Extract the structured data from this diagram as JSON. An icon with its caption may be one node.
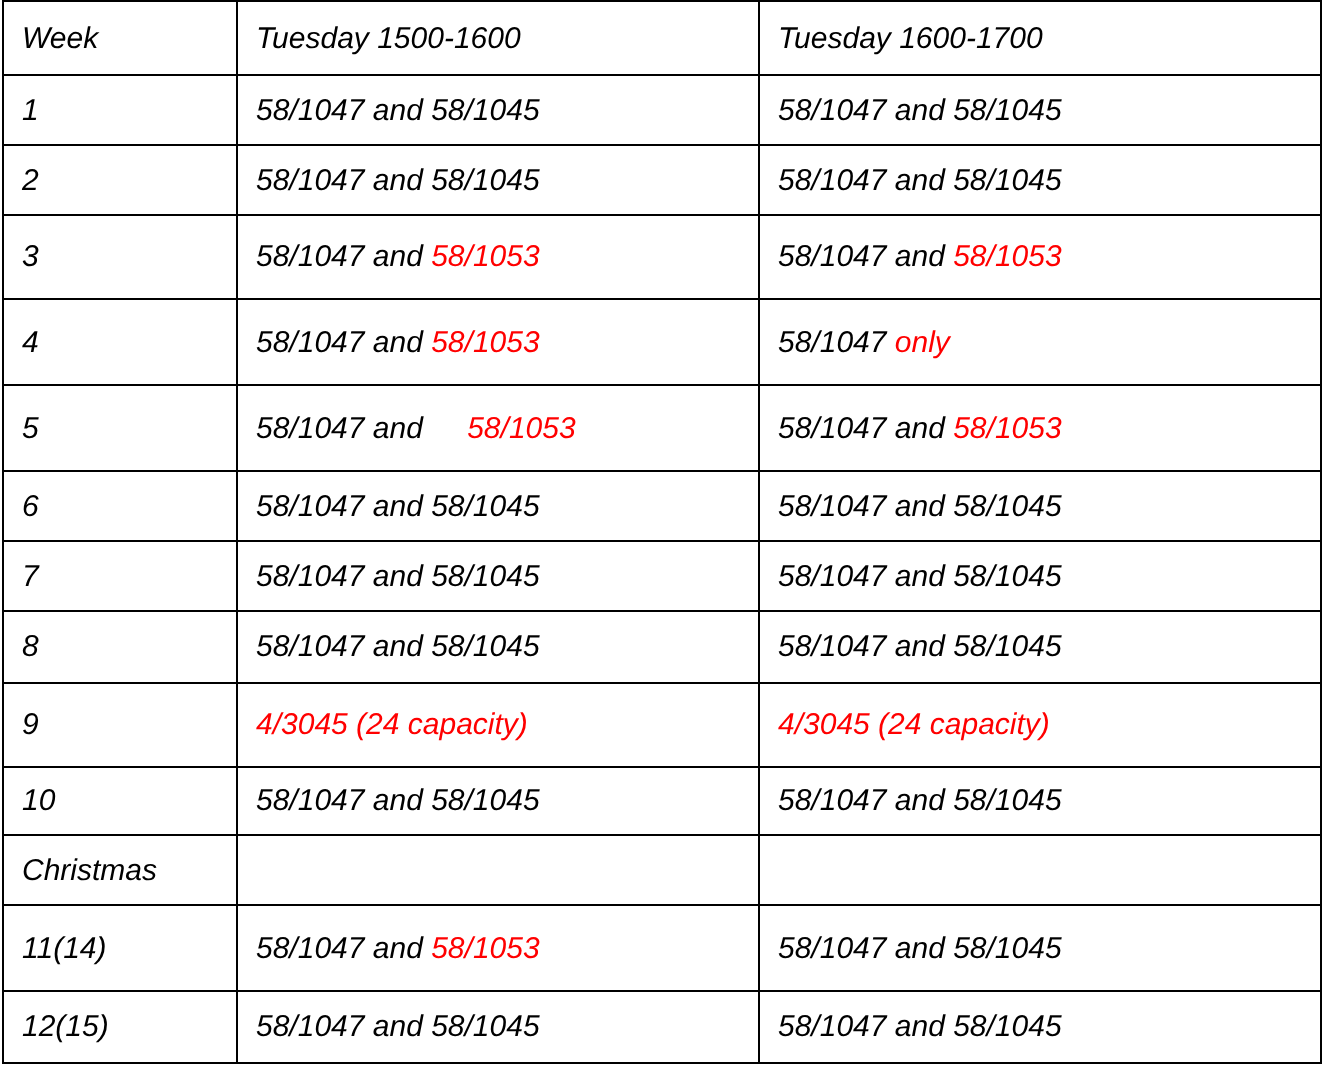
{
  "diagram": {
    "labels": [
      "Week",
      "Tuesday 1500-1600",
      "Tuesday 1600-1700",
      "1",
      "58/1047 and 58/1045",
      "58/1047 and 58/1045",
      "2",
      "58/1047 and 58/1045",
      "58/1047 and 58/1045",
      "3",
      "58/1047 and 58/1053",
      "58/1047 and 58/1053",
      "4",
      "58/1047 and 58/1053",
      "58/1047 only",
      "5",
      "58/1047 and 58/1053",
      "58/1047 and 58/1053",
      "6",
      "58/1047 and 58/1045",
      "58/1047 and 58/1045",
      "7",
      "58/1047 and 58/1045",
      "58/1047 and 58/1045",
      "8",
      "58/1047 and 58/1045",
      "58/1047 and 58/1045",
      "9",
      "4/3045 (24 capacity)",
      "4/3045 (24 capacity)",
      "10",
      "58/1047 and 58/1045",
      "58/1047 and 58/1045",
      "Christmas",
      "11(14)",
      "58/1047 and 58/1053",
      "58/1047 and 58/1045",
      "12(15)",
      "58/1047 and 58/1045",
      "58/1047 and 58/1045"
    ]
  }
}
